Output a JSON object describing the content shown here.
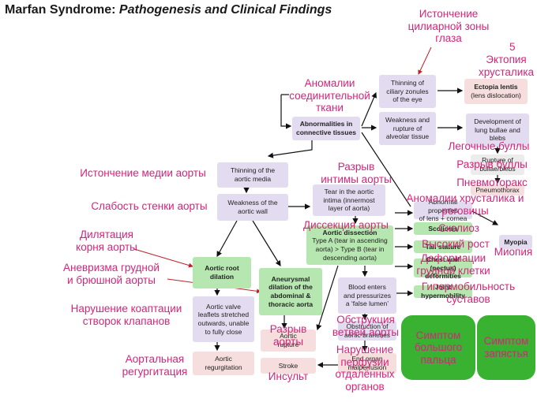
{
  "title": {
    "main": "Marfan Syndrome:",
    "sub": "Pathogenesis and Clinical Findings"
  },
  "page_number": "5",
  "boxes": {
    "abnormalities": "Abnormalities in\nconnective tissues",
    "ciliary": "Thinning of\nciliary zonules\nof the eye",
    "ectopia_title": "Ectopia lentis",
    "ectopia_sub": "(lens dislocation)",
    "weakness_alveolar": "Weakness and\nrupture of\nalveolar tissue",
    "bullae": "Development of\nlung bullae and\nblebs",
    "rupture_bullae": "Rupture of\nbullae/blebs",
    "pneumothorax": "Pneumothorax",
    "thinning_media": "Thinning of the\naortic media",
    "weakness_wall": "Weakness of the\naortic wall",
    "tear_intima": "Tear in the aortic\nintima (innermost\nlayer of aorta)",
    "dissection_title": "Aortic dissection",
    "dissection_body": "Type A (tear in ascending\naorta) > Type B (tear in\ndescending aorta)",
    "abnormal_properties": "Abnormal properties\nof lens + cornea",
    "myopia": "Myopia",
    "scoliosis": "Scoliosis",
    "tall_stature": "Tall stature",
    "chest_wall": "Chest wall (pectus)\ndeformities",
    "joint_hypermobility": "Joint hypermobility",
    "root_dilation": "Aortic root\ndilation",
    "aneurysmal": "Aneurysmal\ndilation of the\nabdominal &\nthoracic aorta",
    "leaflets": "Aortic valve\nleaflets stretched\noutwards, unable\nto fully close",
    "regurgitation": "Aortic\nregurgitation",
    "blood_enters": "Blood enters\nand pressurizes\na ‘false lumen’",
    "obstruction": "Obstruction of\naortic branches",
    "aortic_rupture": "Aortic\nrupture",
    "end_organ": "End organ\nmalperfusion",
    "stroke": "Stroke"
  },
  "annotations": {
    "ciliary": "Истончение\nцилиарной зоны\nглаза",
    "ectopia": "Эктопия\nхрусталика",
    "connective": "Аномалии\nсоединительной\nткани",
    "bullae": "Легочные буллы",
    "rupture_bullae": "Разрыв буллы",
    "pneumothorax": "Пневмоторакс",
    "thinning_media": "Истончение медии аорты",
    "tear_intima": "Разрыв\nинтимы аорты",
    "weakness_wall": "Слабость стенки аорты",
    "lens_cornea": "Аномалии хрусталика и\nроговицы",
    "dissection": "Диссекция аорты",
    "scoliosis": "Сколиоз",
    "tall": "Высокий рост",
    "myopia": "Миопия",
    "chest": "Деформации\nгрудной клетки",
    "joint": "Гипермобильность\nсуставов",
    "root_dilation": "Дилятация\nкорня аорты",
    "aneurysm": "Аневризма грудной\nи брюшной аорты",
    "coaptation": "Нарушение коаптации\nстворок клапанов",
    "regurgitation": "Аортальная\nрегургитация",
    "rupture": "Разрыв\nаорты",
    "obstruction": "Обструкция\nветвей аорты",
    "perfusion": "Нарушение\nперфузии\nотдалённых\nорганов",
    "stroke": "Инсульт",
    "thumb_sign": "Симптом\nбольшого\nпальца",
    "wrist_sign": "Симптом\nзапястья"
  },
  "colors": {
    "annotation": "#d6247a",
    "lavender": "#e3dcf1",
    "pink": "#f7dede",
    "green": "#b7e7b0",
    "blob": "#39b232"
  }
}
